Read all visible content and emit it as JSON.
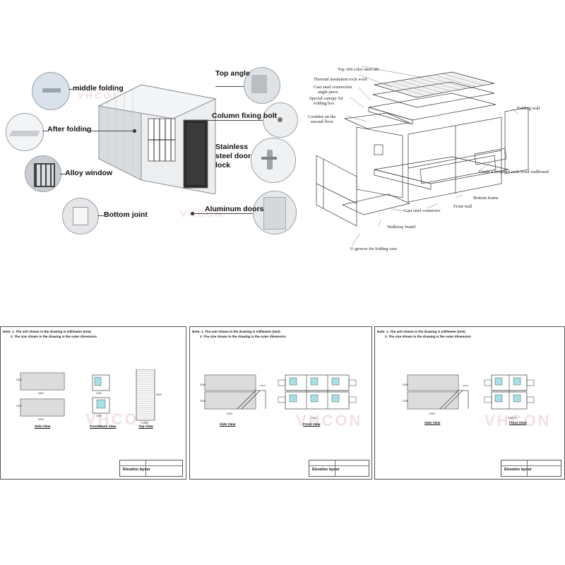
{
  "callouts": {
    "middle_folding": "middle folding",
    "after_folding": "After folding",
    "alloy_window": "Alloy window",
    "bottom_joint": "Bottom joint",
    "top_angle": "Top angle",
    "column_fixing_bolt": "Column fixing bolt",
    "stainless_steel_door_lock": "Stainless steel door lock",
    "aluminum_doors": "Aluminum doors"
  },
  "exploded": {
    "top_tile": "Top 104 color steel tile",
    "insulation": "Thermal insulation rock wool",
    "cast_connection_1": "Cast steel connection",
    "cast_connection_2": "angle piece",
    "canopy_1": "Special canopy for",
    "canopy_2": "folding box",
    "corridor_1": "Corridor on the",
    "corridor_2": "second floor",
    "folding_wall": "Folding wall",
    "wallboard": "Grade a fireproof rock wool wallboard",
    "bottom_frame": "Bottom frame",
    "front_wall": "Front wall",
    "cast_connector": "Cast steel connector",
    "walkway": "Walkway board",
    "u_groove": "U-groove for folding case"
  },
  "sheets": [
    {
      "note1": "Note: 1. The unit shown in the drawing is millimeter (mm)",
      "note2": "2. The size shown in the drawing is the outer dimension",
      "views": [
        "Side View",
        "Front/Back View",
        "Top View"
      ],
      "title": "Elevation layout",
      "dims": [
        "5900",
        "2480",
        "2500",
        "5900",
        "2500",
        "2500",
        "5900",
        "2500"
      ]
    },
    {
      "note1": "Note: 1. The unit shown in the drawing is millimeter (mm)",
      "note2": "2. The size shown in the drawing is the outer dimension",
      "views": [
        "Side View",
        "Front View"
      ],
      "title": "Elevation layout",
      "dims": [
        "5900",
        "7500",
        "2500",
        "2500"
      ]
    },
    {
      "note1": "Note: 1. The unit shown in the drawing is millimeter (mm)",
      "note2": "2. The size shown in the drawing is the outer dimension",
      "views": [
        "Side View",
        "Front View"
      ],
      "title": "Elevation layout",
      "dims": [
        "5900",
        "4900,00",
        "2500",
        "2500"
      ]
    }
  ],
  "watermark": "VHCON"
}
